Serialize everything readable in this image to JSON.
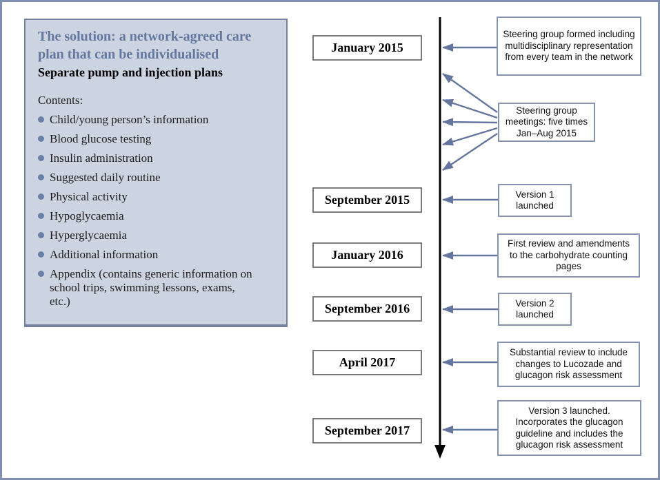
{
  "info_panel": {
    "title": "The solution: a network-agreed care plan that can be individualised",
    "subtitle": "Separate pump and injection plans",
    "contents_label": "Contents:",
    "items": [
      "Child/young person’s information",
      "Blood glucose testing",
      "Insulin administration",
      "Suggested daily routine",
      "Physical activity",
      "Hypoglycaemia",
      "Hyperglycaemia",
      "Additional information",
      "Appendix (contains generic information on school trips, swimming lessons, exams, etc.)"
    ],
    "background_color": "#ccd3e1",
    "border_color": "#76839f",
    "accent_color": "#63779f"
  },
  "timeline": {
    "dates": [
      "January 2015",
      "September 2015",
      "January 2016",
      "September 2016",
      "April 2017",
      "September 2017"
    ],
    "annotations": [
      "Steering group formed including multidisciplinary representation from every team in the network",
      "Steering group meetings: five times Jan–Aug 2015",
      "Version 1 launched",
      "First review and amendments to the carbohydrate counting pages",
      "Version 2 launched",
      "Substantial review to include changes to Lucozade and glucagon risk assessment",
      "Version 3 launched. Incorporates the glucagon guideline and includes the glucagon risk assessment"
    ],
    "arrow_color": "#64769e",
    "axis_color": "#000000",
    "date_box_border_color": "#7a7a7a",
    "note_box_border_color": "#8693ae"
  },
  "frame": {
    "border_color": "#8090ae"
  }
}
